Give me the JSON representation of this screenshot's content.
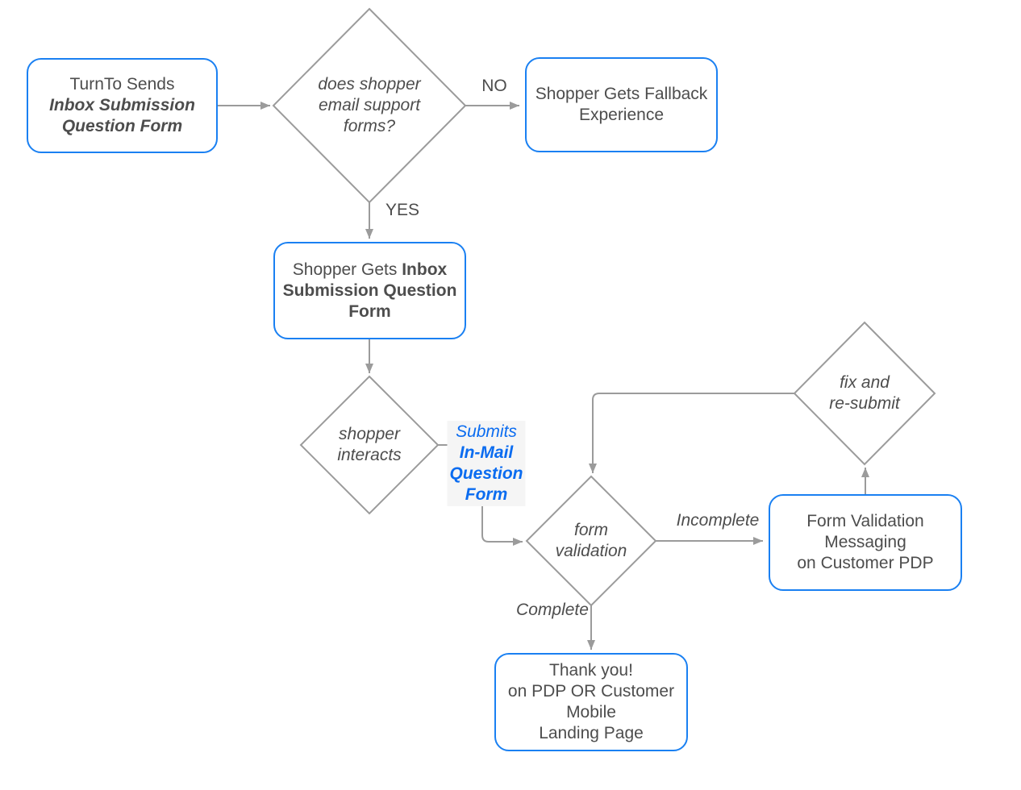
{
  "colors": {
    "node_border": "#1a80f2",
    "edge_stroke": "#9b9b9b",
    "text": "#4d4d4d",
    "accent_text": "#0b6cf0",
    "label_bg": "#f5f5f5",
    "canvas_bg": "#ffffff"
  },
  "nodes": {
    "turnto_sends": {
      "line1": "TurnTo Sends",
      "line2_bold_italic": "Inbox Submission\nQuestion Form"
    },
    "email_support_decision": {
      "label": "does shopper\nemail support\nforms?"
    },
    "fallback_experience": {
      "label": "Shopper Gets Fallback\nExperience"
    },
    "gets_inbox_form": {
      "prefix": "Shopper Gets ",
      "bold": "Inbox\nSubmission Question\nForm"
    },
    "shopper_interacts": {
      "label": "shopper\ninteracts"
    },
    "form_validation": {
      "label": "form\nvalidation"
    },
    "fix_resubmit": {
      "label": "fix and\nre-submit"
    },
    "validation_messaging": {
      "label": "Form Validation\nMessaging\non Customer PDP"
    },
    "thank_you": {
      "label": "Thank you!\non PDP OR Customer\nMobile\nLanding Page"
    }
  },
  "edge_labels": {
    "no": "NO",
    "yes": "YES",
    "submits_plain": "Submits",
    "submits_bold": "In-Mail\nQuestion\nForm",
    "incomplete": "Incomplete",
    "complete": "Complete"
  },
  "edges": [
    {
      "from": "turnto_sends",
      "to": "email_support_decision",
      "label": ""
    },
    {
      "from": "email_support_decision",
      "to": "fallback_experience",
      "label": "NO"
    },
    {
      "from": "email_support_decision",
      "to": "gets_inbox_form",
      "label": "YES"
    },
    {
      "from": "gets_inbox_form",
      "to": "shopper_interacts",
      "label": ""
    },
    {
      "from": "shopper_interacts",
      "to": "form_validation",
      "label": "Submits In-Mail Question Form"
    },
    {
      "from": "form_validation",
      "to": "validation_messaging",
      "label": "Incomplete"
    },
    {
      "from": "validation_messaging",
      "to": "fix_resubmit",
      "label": ""
    },
    {
      "from": "fix_resubmit",
      "to": "form_validation",
      "label": ""
    },
    {
      "from": "form_validation",
      "to": "thank_you",
      "label": "Complete"
    }
  ]
}
